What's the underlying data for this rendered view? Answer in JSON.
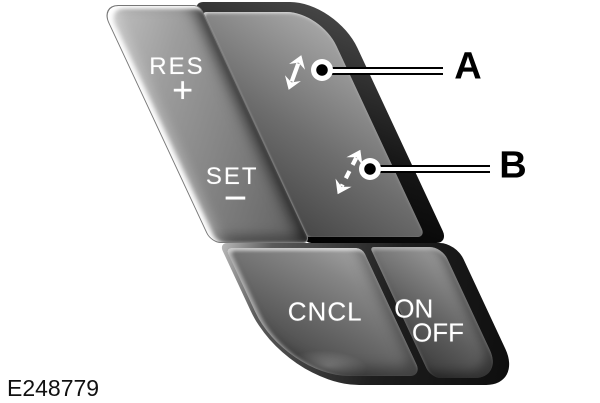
{
  "figure": {
    "code": "E248779"
  },
  "panel": {
    "res_button": {
      "label": "RES",
      "symbol": "+"
    },
    "set_button": {
      "label": "SET",
      "symbol": "−"
    },
    "rocker_icons": {
      "top": "solid-double-arrow-icon",
      "bottom": "dashed-double-arrow-icon"
    },
    "cncl_button": {
      "label": "CNCL"
    },
    "onoff_button": {
      "line1": "ON",
      "line2": "OFF"
    }
  },
  "callouts": {
    "a": {
      "letter": "A",
      "target": "solid-double-arrow-icon"
    },
    "b": {
      "letter": "B",
      "target": "dashed-double-arrow-icon"
    }
  },
  "colors": {
    "background": "#ffffff",
    "button_text": "#ffffff",
    "callout_ink": "#000000",
    "rim_dark": "#161616",
    "face_gray": "#8d8d8d"
  }
}
